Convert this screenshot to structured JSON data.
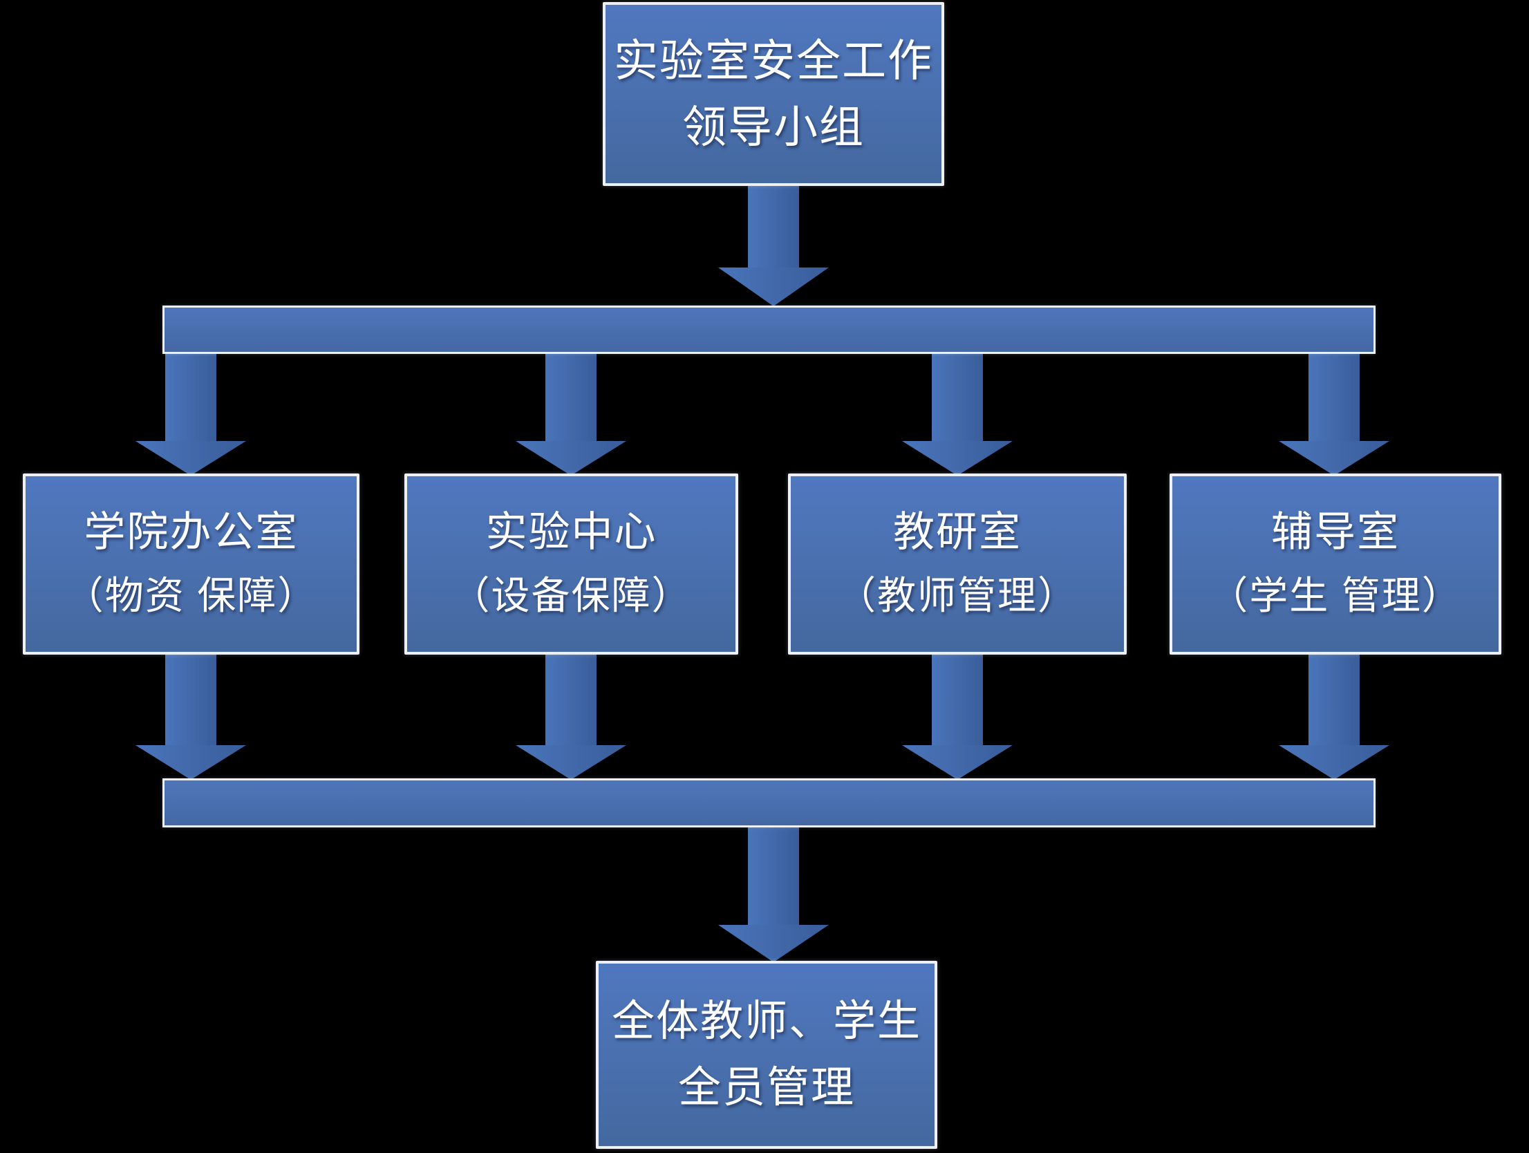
{
  "colors": {
    "background": "#000000",
    "node_fill_light": "#5078bf",
    "node_fill_dark": "#44689f",
    "node_border": "#edf0f6",
    "arrow_light": "#4a75bb",
    "arrow_dark": "#3a5d9a",
    "text": "#ffffff"
  },
  "chart": {
    "type": "org-flowchart",
    "top": {
      "line1": "实验室安全工作",
      "line2": "领导小组"
    },
    "level2": [
      {
        "line1": "学院办公室",
        "line2": "（物资 保障）"
      },
      {
        "line1": "实验中心",
        "line2": "（设备保障）"
      },
      {
        "line1": "教研室",
        "line2": "（教师管理）"
      },
      {
        "line1": "辅导室",
        "line2": "（学生 管理）"
      }
    ],
    "bottom": {
      "line1": "全体教师、学生",
      "line2": "全员管理"
    }
  }
}
